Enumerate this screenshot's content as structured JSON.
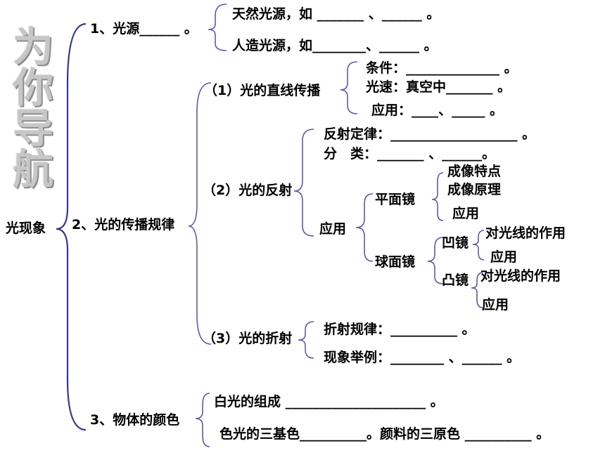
{
  "title_chars": [
    "为",
    "你",
    "导",
    "航"
  ],
  "root": "光现象",
  "sec1": {
    "label": "1、光源______ 。",
    "natural": "天然光源，如 _______ 、______ 。",
    "artificial": "人造光源，如________、______ 。"
  },
  "sec2": {
    "label": "2、光的传播规律",
    "straight": {
      "label": "（1）光的直线传播",
      "condition": "条件：______________ 。",
      "speed": "光速：真空中_______ 。",
      "application": "应用：____、_____ 。"
    },
    "reflection": {
      "label": "（2）光的反射",
      "law": "反射定律：___________________ 。",
      "types": "分　类：_______ 、______。",
      "application": "应用",
      "plane_mirror": {
        "label": "平面镜",
        "features": "成像特点",
        "principle": "成像原理",
        "application": "应用"
      },
      "spherical_mirror": {
        "label": "球面镜",
        "concave": "凹镜",
        "concave_effect": "对光线的作用",
        "concave_application": "应用",
        "convex": "凸镜",
        "convex_effect": "对光线的作用",
        "convex_application": "应用"
      }
    },
    "refraction": {
      "label": "（3）光的折射",
      "law": "折射规律：__________ 。",
      "examples": "现象举例：________ 、______ 。"
    }
  },
  "sec3": {
    "label": "3、物体的颜色",
    "white_light": "白光的组成 _____________________ 。",
    "primaries": "色光的三基色__________。颜料的三原色 __________ 。"
  },
  "colors": {
    "bracket": "#36368f",
    "title": "#c7c7c7"
  }
}
